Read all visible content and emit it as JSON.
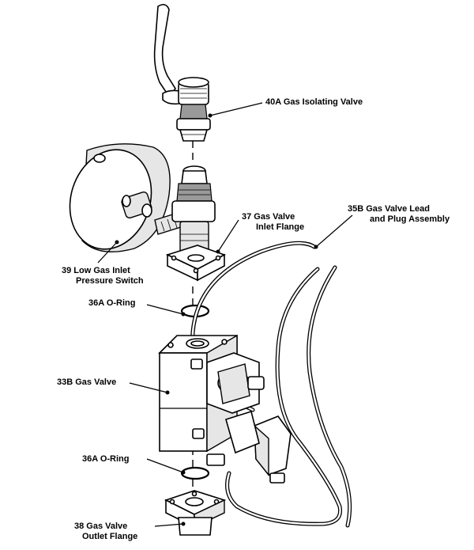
{
  "labels": {
    "isolating_valve": "40A  Gas Isolating Valve",
    "lead_line1": "35B Gas Valve Lead",
    "lead_line2": "and Plug Assembly",
    "inlet_flange_line1": "37 Gas Valve",
    "inlet_flange_line2": "Inlet Flange",
    "pressure_switch_line1": "39  Low Gas Inlet",
    "pressure_switch_line2": "Pressure Switch",
    "oring_upper": "36A  O-Ring",
    "gas_valve": "33B  Gas Valve",
    "oring_lower": "36A  O-Ring",
    "outlet_flange_line1": "38  Gas Valve",
    "outlet_flange_line2": "Outlet Flange"
  }
}
